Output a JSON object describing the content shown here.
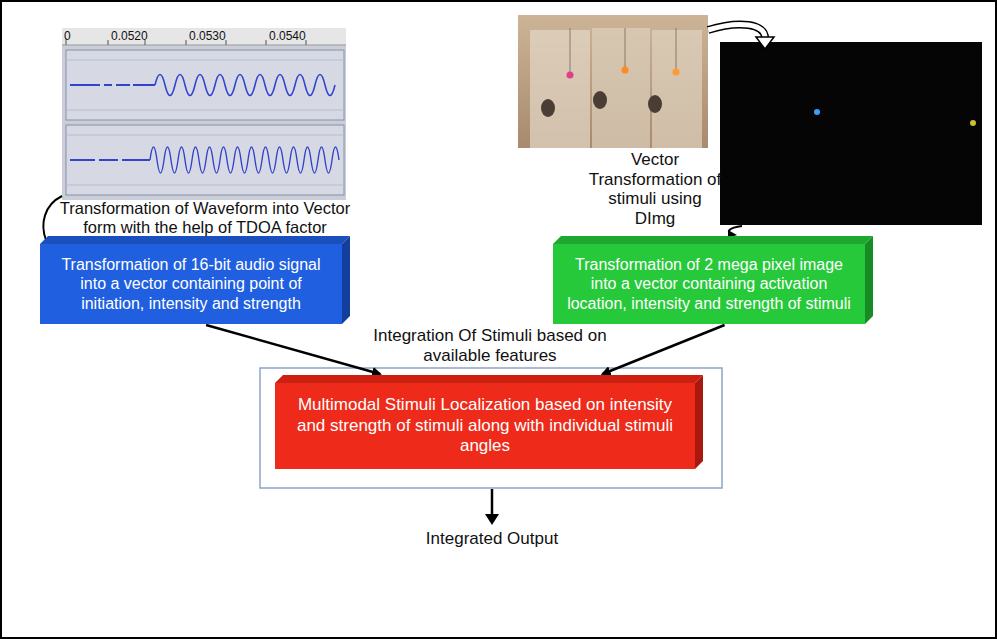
{
  "diagram": {
    "nodes": [
      {
        "text": [
          "Transformation of 16-bit audio signal into a vector containing point of initiation, intensity and strength"
        ]
      },
      {
        "text": [
          "Transformation of 2 mega pixel image into a vector containing activation location, intensity and strength of stimuli"
        ]
      },
      {
        "text": [
          "Multimodal Stimuli Localization based on intensity and strength of stimuli along with individual stimuli angles"
        ]
      }
    ],
    "edges": [
      {
        "from": 0,
        "to": 2,
        "arrow": "to"
      },
      {
        "from": 1,
        "to": 2,
        "arrow": "to"
      }
    ],
    "labels": [
      "0",
      "0.0520",
      "0.0530",
      "0.0540",
      "Transformation of Waveform into Vector form with the help of TDOA factor",
      "Vector Transformation of stimuli using DImg",
      "Integration Of Stimuli based on available features",
      "Integrated Output"
    ]
  }
}
